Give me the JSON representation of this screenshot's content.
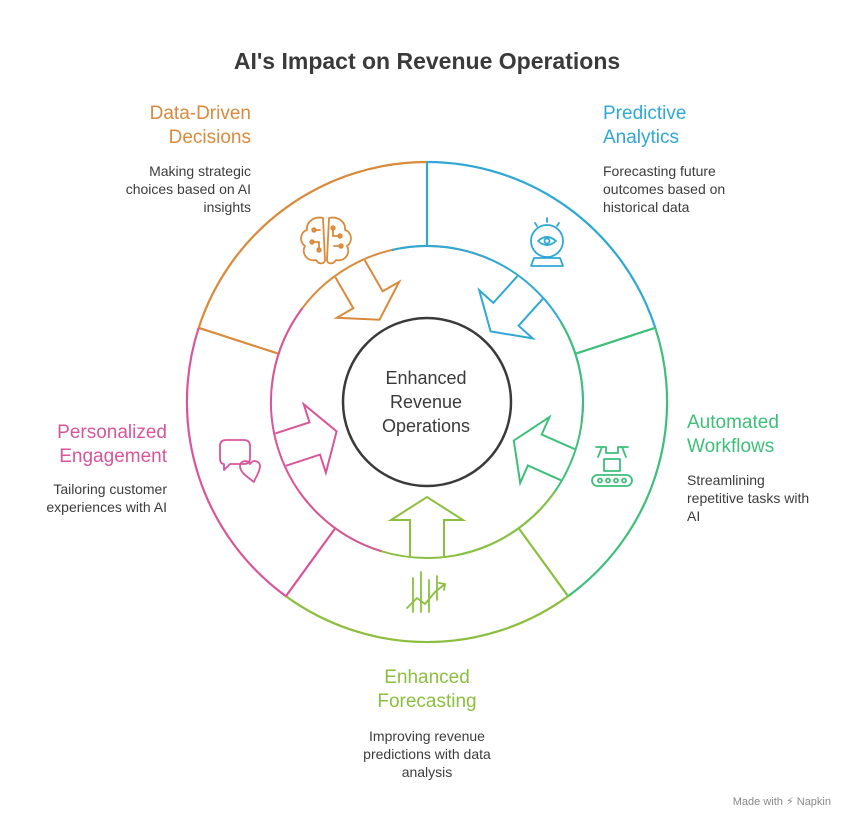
{
  "title": "AI's Impact on Revenue Operations",
  "center_label": "Enhanced Revenue Operations",
  "segments": [
    {
      "id": "data-driven",
      "heading": "Data-Driven Decisions",
      "heading_lines": [
        "Data-Driven",
        "Decisions"
      ],
      "description_lines": [
        "Making strategic",
        "choices based on AI",
        "insights"
      ],
      "color": "#D98A3B",
      "icon": "brain-circuit-icon"
    },
    {
      "id": "predictive",
      "heading": "Predictive Analytics",
      "heading_lines": [
        "Predictive",
        "Analytics"
      ],
      "description_lines": [
        "Forecasting future",
        "outcomes based on",
        "historical data"
      ],
      "color": "#2FA8D6",
      "icon": "crystal-ball-eye-icon"
    },
    {
      "id": "automated",
      "heading": "Automated Workflows",
      "heading_lines": [
        "Automated",
        "Workflows"
      ],
      "description_lines": [
        "Streamlining",
        "repetitive tasks with",
        "AI"
      ],
      "color": "#3DBF7A",
      "icon": "robot-arm-conveyor-icon"
    },
    {
      "id": "forecasting",
      "heading": "Enhanced Forecasting",
      "heading_lines": [
        "Enhanced",
        "Forecasting"
      ],
      "description_lines": [
        "Improving revenue",
        "predictions with data",
        "analysis"
      ],
      "color": "#8CBF3F",
      "icon": "trend-chart-icon"
    },
    {
      "id": "personalized",
      "heading": "Personalized Engagement",
      "heading_lines": [
        "Personalized",
        "Engagement"
      ],
      "description_lines": [
        "Tailoring customer",
        "experiences with AI"
      ],
      "color": "#D9559A",
      "icon": "chat-heart-icon"
    }
  ],
  "footer": {
    "made_with": "Made with",
    "brand": "Napkin",
    "brand_mark": "⚡"
  }
}
